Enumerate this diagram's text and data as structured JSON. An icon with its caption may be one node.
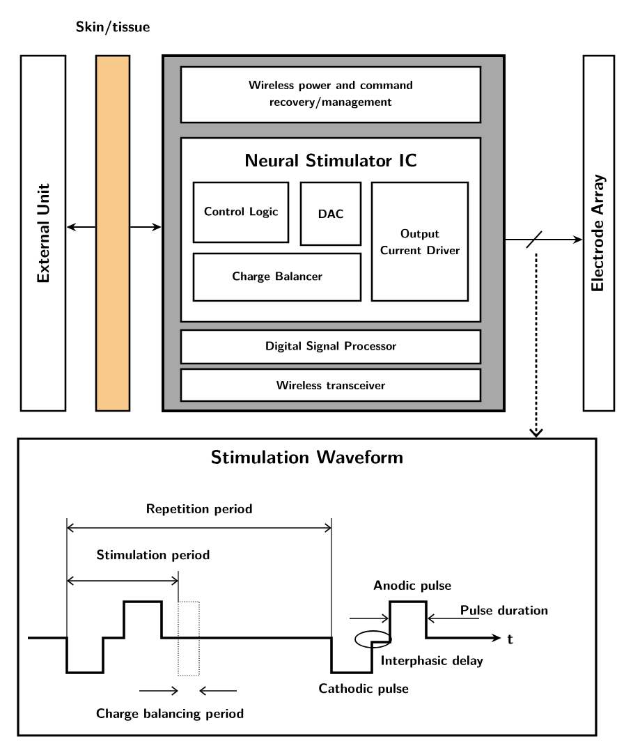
{
  "diagram": {
    "nodes": [
      {
        "text": [
          "External Unit"
        ]
      },
      {
        "text": [
          "Skin/tissue"
        ]
      },
      {
        "text": [],
        "shape": "box"
      },
      {
        "text": [
          "Wireless power and command recovery/management"
        ],
        "in": 2
      },
      {
        "text": [
          "Neural Stimulator IC"
        ],
        "in": 2
      },
      {
        "text": [
          "Control Logic"
        ],
        "in": 4
      },
      {
        "text": [
          "DAC"
        ],
        "in": 4
      },
      {
        "text": [
          "Charge Balancer"
        ],
        "in": 4
      },
      {
        "text": [
          "Output Current Driver"
        ],
        "in": 4
      },
      {
        "text": [
          "Digital Signal Processor"
        ],
        "in": 2
      },
      {
        "text": [
          "Wireless transceiver"
        ],
        "in": 2
      },
      {
        "text": [
          "Electrode Array"
        ]
      },
      {
        "text": [
          "Stimulation Waveform"
        ]
      }
    ],
    "edges": [
      {
        "from": 1,
        "to": 0,
        "arrow": "to"
      },
      {
        "from": 1,
        "to": 2,
        "arrow": "to"
      },
      {
        "from": 2,
        "to": 11,
        "arrow": "to"
      },
      {
        "from": null,
        "to": 12,
        "arrow": "to",
        "style": "dashed"
      }
    ],
    "labels": [
      "Repetition period",
      "Stimulation period",
      "Anodic pulse",
      "Pulse duration",
      "t",
      "Interphasic delay",
      "Cathodic pulse",
      "Charge balancing period"
    ]
  }
}
